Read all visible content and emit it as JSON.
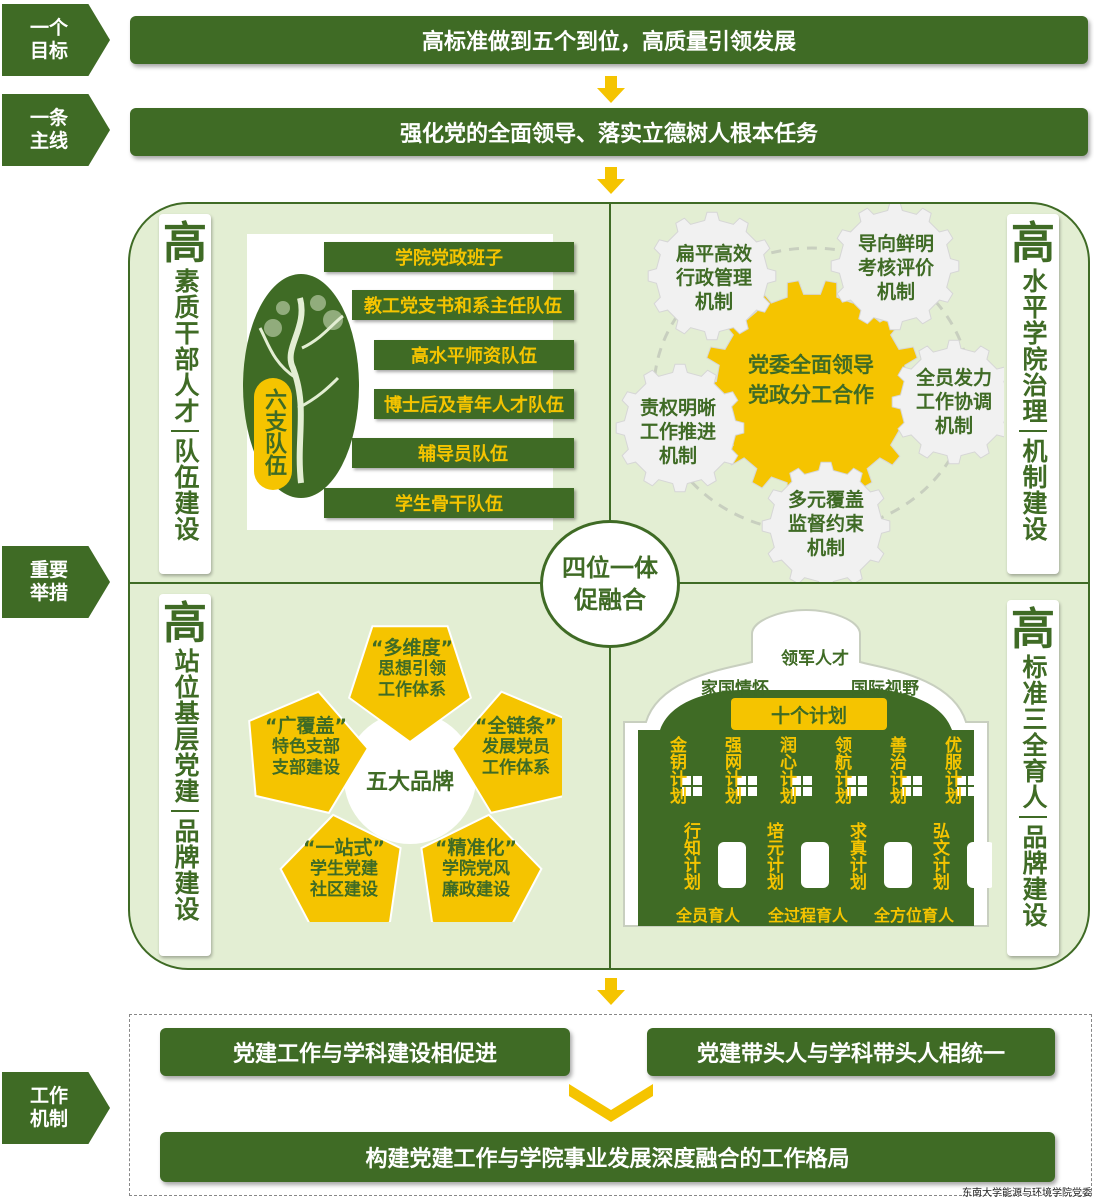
{
  "left_tags": {
    "goal": "一个\n目标",
    "mainline": "一条\n主线",
    "measures": "重要\n举措",
    "mechanism": "工作\n机制"
  },
  "goal_bar": "高标准做到五个到位，高质量引领发展",
  "mainline_bar": "强化党的全面领导、落实立德树人根本任务",
  "center_circle": "四位一体\n促融合",
  "q1": {
    "gao": "高",
    "title": "素质干部人才",
    "subtitle": "队伍建设",
    "oval_label": "六支队伍",
    "teams": [
      "学院党政班子",
      "教工党支书和系主任队伍",
      "高水平师资队伍",
      "博士后及青年人才队伍",
      "辅导员队伍",
      "学生骨干队伍"
    ]
  },
  "q2": {
    "gao": "高",
    "title": "水平学院治理",
    "subtitle": "机制建设",
    "center": "党委全面领导\n党政分工合作",
    "gears": [
      "扁平高效\n行政管理\n机制",
      "导向鲜明\n考核评价\n机制",
      "全员发力\n工作协调\n机制",
      "多元覆盖\n监督约束\n机制",
      "责权明晰\n工作推进\n机制"
    ]
  },
  "q3": {
    "gao": "高",
    "title": "站位基层党建",
    "subtitle": "品牌建设",
    "center": "五大品牌",
    "brands": [
      {
        "q": "“多维度”",
        "t": "思想引领\n工作体系"
      },
      {
        "q": "“全链条”",
        "t": "发展党员\n工作体系"
      },
      {
        "q": "“精准化”",
        "t": "学院党风\n廉政建设"
      },
      {
        "q": "“一站式”",
        "t": "学生党建\n社区建设"
      },
      {
        "q": "“广覆盖”",
        "t": "特色支部\n支部建设"
      }
    ]
  },
  "q4": {
    "gao": "高",
    "title": "标准三全育人",
    "subtitle": "品牌建设",
    "top": "领军人才",
    "left": "家国情怀",
    "right": "国际视野",
    "plan_title": "十个计划",
    "upper_plans": [
      "金钥计划",
      "强网计划",
      "润心计划",
      "领航计划",
      "善治计划",
      "优服计划"
    ],
    "lower_plans": [
      "行知计划",
      "培元计划",
      "求真计划",
      "弘文计划"
    ],
    "bottom": [
      "全员育人",
      "全过程育人",
      "全方位育人"
    ]
  },
  "mech": {
    "left": "党建工作与学科建设相促进",
    "right": "党建带头人与学科带头人相统一",
    "bottom": "构建党建工作与学院事业发展深度融合的工作格局"
  },
  "footer": "东南大学能源与环境学院党委",
  "colors": {
    "green": "#3f6b25",
    "yellow": "#f5c400",
    "panel": "#e3eed3"
  }
}
